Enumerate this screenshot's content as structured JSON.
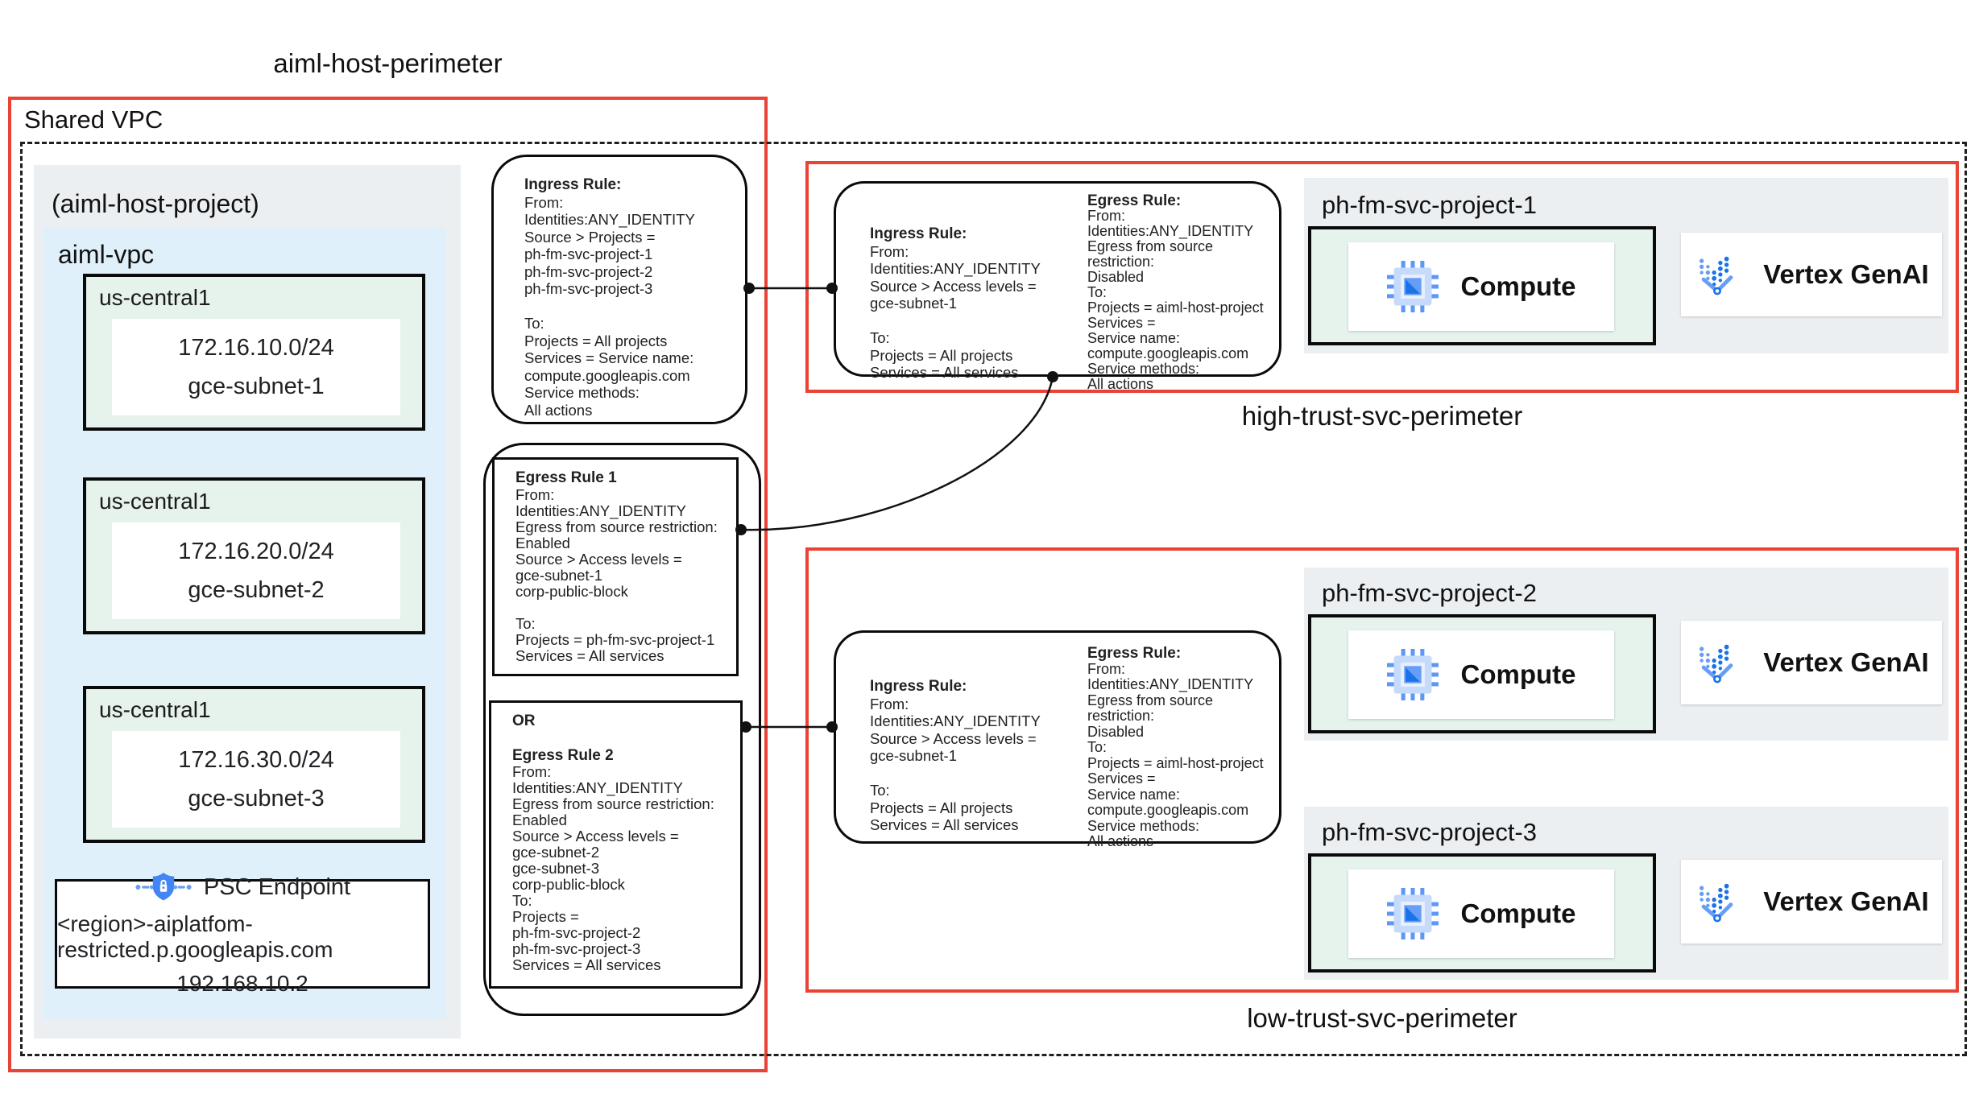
{
  "labels": {
    "aiml_host_perimeter": "aiml-host-perimeter",
    "shared_vpc": "Shared VPC",
    "host_project": "(aiml-host-project)",
    "aiml_vpc": "aiml-vpc",
    "high_trust_perimeter": "high-trust-svc-perimeter",
    "low_trust_perimeter": "low-trust-svc-perimeter"
  },
  "subnets": [
    {
      "region": "us-central1",
      "cidr": "172.16.10.0/24",
      "name": "gce-subnet-1"
    },
    {
      "region": "us-central1",
      "cidr": "172.16.20.0/24",
      "name": "gce-subnet-2"
    },
    {
      "region": "us-central1",
      "cidr": "172.16.30.0/24",
      "name": "gce-subnet-3"
    }
  ],
  "psc": {
    "title": "PSC Endpoint",
    "fqdn": "<region>-aiplatfom-restricted.p.googleapis.com",
    "ip": "192.168.10.2"
  },
  "host_rules": {
    "ingress": {
      "title": "Ingress Rule:",
      "lines": [
        "From:",
        "Identities:ANY_IDENTITY",
        "Source > Projects =",
        "ph-fm-svc-project-1",
        "ph-fm-svc-project-2",
        "ph-fm-svc-project-3",
        "",
        "To:",
        "Projects = All projects",
        "Services = Service name:",
        "compute.googleapis.com",
        "Service methods:",
        "All actions"
      ]
    },
    "egress1": {
      "title": "Egress Rule 1",
      "lines": [
        "From:",
        "Identities:ANY_IDENTITY",
        "Egress from source restriction:",
        "Enabled",
        "Source > Access levels =",
        "gce-subnet-1",
        "corp-public-block",
        "",
        "To:",
        "Projects = ph-fm-svc-project-1",
        "Services = All services"
      ]
    },
    "or_label": "OR",
    "egress2": {
      "title": "Egress Rule 2",
      "lines": [
        "From:",
        "Identities:ANY_IDENTITY",
        "Egress from source restriction:",
        "Enabled",
        "Source > Access levels =",
        "gce-subnet-2",
        "gce-subnet-3",
        "corp-public-block",
        "To:",
        "Projects =",
        "ph-fm-svc-project-2",
        "ph-fm-svc-project-3",
        "Services = All services"
      ]
    }
  },
  "perimeter_rules": {
    "ingress": {
      "title": "Ingress Rule:",
      "lines": [
        "From:",
        "Identities:ANY_IDENTITY",
        "Source > Access levels =",
        "gce-subnet-1",
        "",
        "To:",
        "Projects = All projects",
        "Services = All services"
      ]
    },
    "egress": {
      "title": "Egress Rule:",
      "lines": [
        "From:",
        "Identities:ANY_IDENTITY",
        "Egress from source restriction:",
        "Disabled",
        "To:",
        "Projects = aiml-host-project",
        "Services =",
        "Service name:",
        "compute.googleapis.com",
        "Service methods:",
        "All actions"
      ]
    }
  },
  "projects": [
    {
      "name": "ph-fm-svc-project-1",
      "compute_label": "Compute",
      "vertex_label": "Vertex GenAI"
    },
    {
      "name": "ph-fm-svc-project-2",
      "compute_label": "Compute",
      "vertex_label": "Vertex GenAI"
    },
    {
      "name": "ph-fm-svc-project-3",
      "compute_label": "Compute",
      "vertex_label": "Vertex GenAI"
    }
  ],
  "colors": {
    "c-red": "#EA4335",
    "c-gray": "#ECEFF1",
    "c-blue": "#E0F0FB",
    "c-green": "#E6F2EC",
    "c-chip": "#4285F4"
  }
}
